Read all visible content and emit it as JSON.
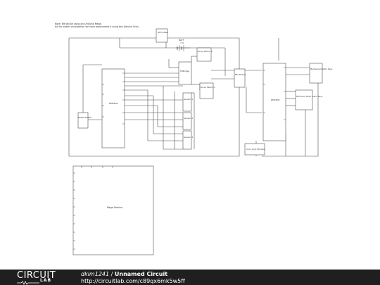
{
  "note": {
    "line1": "Note: We will be using one Arduino Mega,",
    "line2": "but for easier visualization we have represented it using two Arduino Unos"
  },
  "components": {
    "arduino_left": "Arduino",
    "arduino_right": "Arduino",
    "reset_switch": "Reset Switch",
    "h_bridge": "H-Bridge",
    "drive_motor_r": "Drive Motor R",
    "drive_motor_l": "Drive Motor L",
    "sensor_1": "Sensor 1",
    "sensor_2": "Sensor 2",
    "sensor_3": "Sensor 3",
    "ir_emitter": "IR Emitter",
    "battery": "BATT",
    "battery_value": "7.4",
    "bt_module": "BT Module",
    "mechanical_switch": "Mechanical Switch Sens.",
    "servo_motor": "SRT Servo Motor Alarm Sens.",
    "coin_lock": "Coin Lock Module",
    "mega": "Mega Arduino"
  },
  "footer": {
    "brand": "CIRCUIT",
    "brand_sub": "LAB",
    "user": "dkim1241",
    "separator": "/",
    "title": "Unnamed Circuit",
    "url": "http://circuitlab.com/c89qx6mk5w5ff"
  },
  "colors": {
    "wire": "#4d4d4d",
    "footer_bg": "#1f1f1f",
    "footer_text": "#ffffff"
  }
}
